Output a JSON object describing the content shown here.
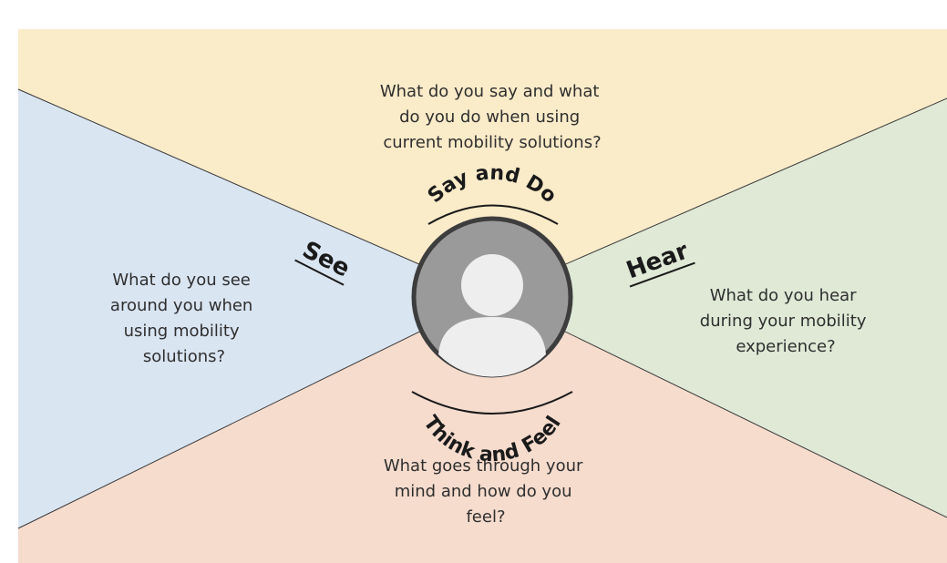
{
  "colors": {
    "say_do": "#faebc9",
    "see": "#dae5f2",
    "hear": "#dfe9d6",
    "think_feel": "#f6dccd",
    "divider": "#3a3a3a",
    "avatar_ring": "#3d3d3d",
    "avatar_fill": "#9a9a9a",
    "avatar_figure": "#eeeeee"
  },
  "sections": {
    "say_do": {
      "label": "Say and Do",
      "lines": [
        "What do you say and what",
        "do you do when using",
        "current mobility solutions?"
      ]
    },
    "see": {
      "label": "See",
      "lines": [
        "What do you see",
        "around you when",
        "using mobility",
        "solutions?"
      ]
    },
    "hear": {
      "label": "Hear",
      "lines": [
        "What do you hear",
        "during your mobility",
        "experience?"
      ]
    },
    "think_feel": {
      "label": "Think and Feel",
      "lines": [
        "What goes through your",
        "mind and how do you",
        "feel?"
      ]
    }
  },
  "avatar_icon": "user-avatar-icon"
}
